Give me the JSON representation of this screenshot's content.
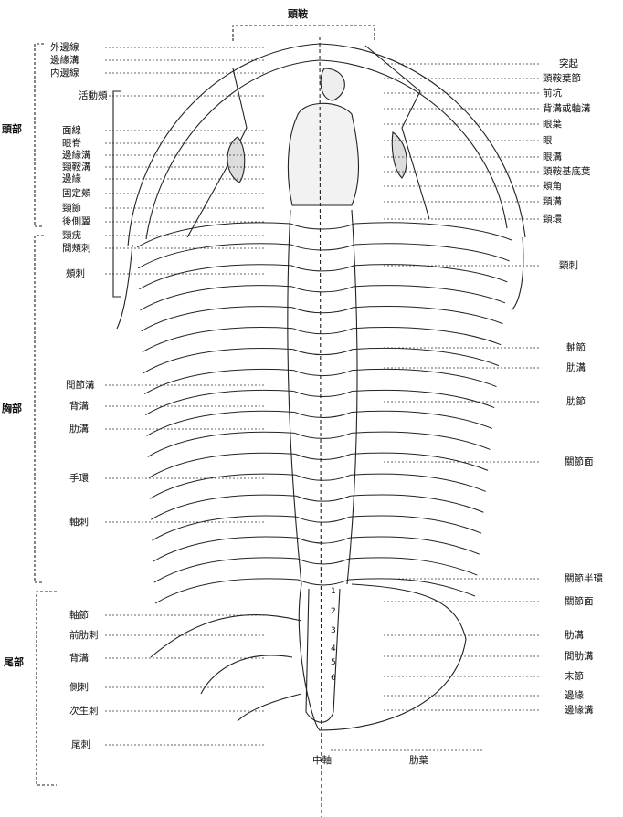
{
  "top_label": "頭鞍",
  "regions": {
    "cephalon": "頭部",
    "thorax": "胸部",
    "pygidium": "尾部"
  },
  "bottom_labels": {
    "axis": "中軸",
    "pleura": "肋葉",
    "tail_spine": "尾刺"
  },
  "left_labels": {
    "l1": "外邊線",
    "l2": "邊緣溝",
    "l3": "内邊線",
    "l4": "活動頰",
    "l5": "面線",
    "l6": "眼脊",
    "l7": "邊緣溝",
    "l8": "頸鞍溝",
    "l9": "邊緣",
    "l10": "固定頰",
    "l11": "頸節",
    "l12": "後側翼",
    "l13": "頸疣",
    "l14": "間頰刺",
    "l15": "頰刺",
    "l16": "間節溝",
    "l17": "背溝",
    "l18": "肋溝",
    "l19": "手環",
    "l20": "軸刺",
    "l21": "軸節",
    "l22": "前肋刺",
    "l23": "背溝",
    "l24": "側刺",
    "l25": "次生刺"
  },
  "right_labels": {
    "r1": "突起",
    "r2": "頭鞍葉節",
    "r3": "前坑",
    "r4": "背溝或軸溝",
    "r5": "眼葉",
    "r6": "眼",
    "r7": "眼溝",
    "r8": "頭鞍基底葉",
    "r9": "頰角",
    "r10": "頸溝",
    "r11": "頸環",
    "r12": "頸刺",
    "r13": "軸節",
    "r14": "肋溝",
    "r15": "肋節",
    "r16": "關節面",
    "r17": "關節半環",
    "r18": "關節面",
    "r19": "肋溝",
    "r20": "間肋溝",
    "r21": "末節",
    "r22": "邊緣",
    "r23": "邊緣溝"
  },
  "pygidium_segments": [
    "1",
    "2",
    "3",
    "4",
    "5",
    "6"
  ]
}
